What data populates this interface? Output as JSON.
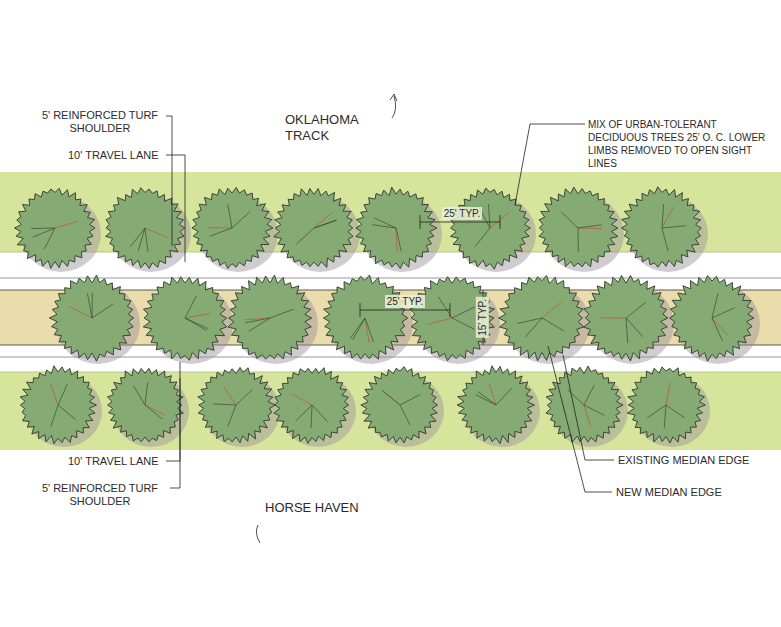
{
  "diagram": {
    "labels": [
      "OKLAHOMA TRACK",
      "5' REINFORCED TURF SHOULDER",
      "10' TRAVEL LANE",
      "MIX OF URBAN-TOLERANT DECIDUOUS TREES 25' O. C. LOWER LIMBS REMOVED TO OPEN SIGHT LINES",
      "25' TYP.",
      "25' TYP.",
      "15' TYP.",
      "10' TRAVEL LANE",
      "5' REINFORCED TURF SHOULDER",
      "EXISTING MEDIAN EDGE",
      "NEW MEDIAN EDGE",
      "HORSE HAVEN"
    ]
  }
}
